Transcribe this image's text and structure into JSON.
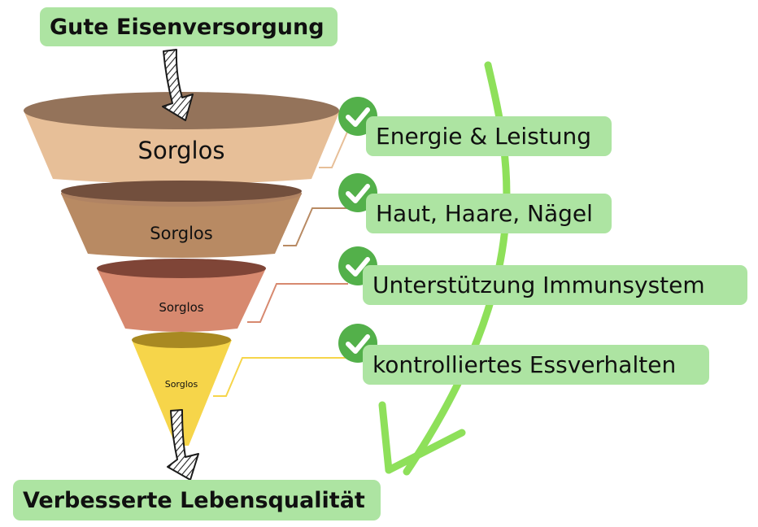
{
  "top_label": "Gute Eisenversorgung",
  "bottom_label": "Verbesserte Lebensqualität",
  "funnel_levels": [
    {
      "label": "Sorglos",
      "color": "#e7bf98"
    },
    {
      "label": "Sorglos",
      "color": "#b88a63"
    },
    {
      "label": "Sorglos",
      "color": "#d7896f"
    },
    {
      "label": "Sorglos",
      "color": "#f6d54a"
    }
  ],
  "benefits": [
    {
      "text": "Energie & Leistung",
      "icon": "check-circle-icon"
    },
    {
      "text": "Haut, Haare, Nägel",
      "icon": "check-circle-icon"
    },
    {
      "text": "Unterstützung Immunsystem",
      "icon": "check-circle-icon"
    },
    {
      "text": "kontrolliertes Essverhalten",
      "icon": "check-circle-icon"
    }
  ],
  "colors": {
    "box_green": "#ade4a2",
    "check_green": "#53b04a",
    "arrow_green": "#8ee05a"
  }
}
